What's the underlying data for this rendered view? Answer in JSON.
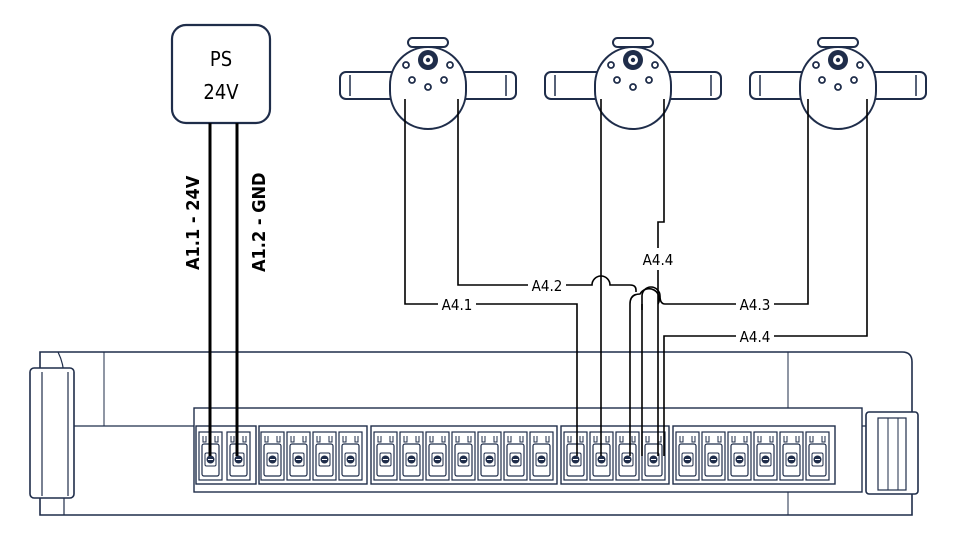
{
  "colors": {
    "navy": "#1f2d4a",
    "wire": "#000000",
    "background": "#ffffff"
  },
  "power_supply": {
    "line1": "PS",
    "line2": "24V"
  },
  "wire_labels": {
    "a1_1": "A1.1 - 24V",
    "a1_2": "A1.2 - GND",
    "a4_1": "A4.1",
    "a4_2": "A4.2",
    "a4_3": "A4.3",
    "a4_4_top": "A4.4",
    "a4_4_bottom": "A4.4"
  },
  "devices": [
    {
      "name": "sensor-1"
    },
    {
      "name": "sensor-2"
    },
    {
      "name": "sensor-3"
    }
  ],
  "terminal_blocks": [
    {
      "name": "block-a1",
      "terminals": 2
    },
    {
      "name": "block-a2",
      "terminals": 4
    },
    {
      "name": "block-a3",
      "terminals": 7
    },
    {
      "name": "block-a4",
      "terminals": 4
    },
    {
      "name": "block-a5",
      "terminals": 6
    }
  ]
}
